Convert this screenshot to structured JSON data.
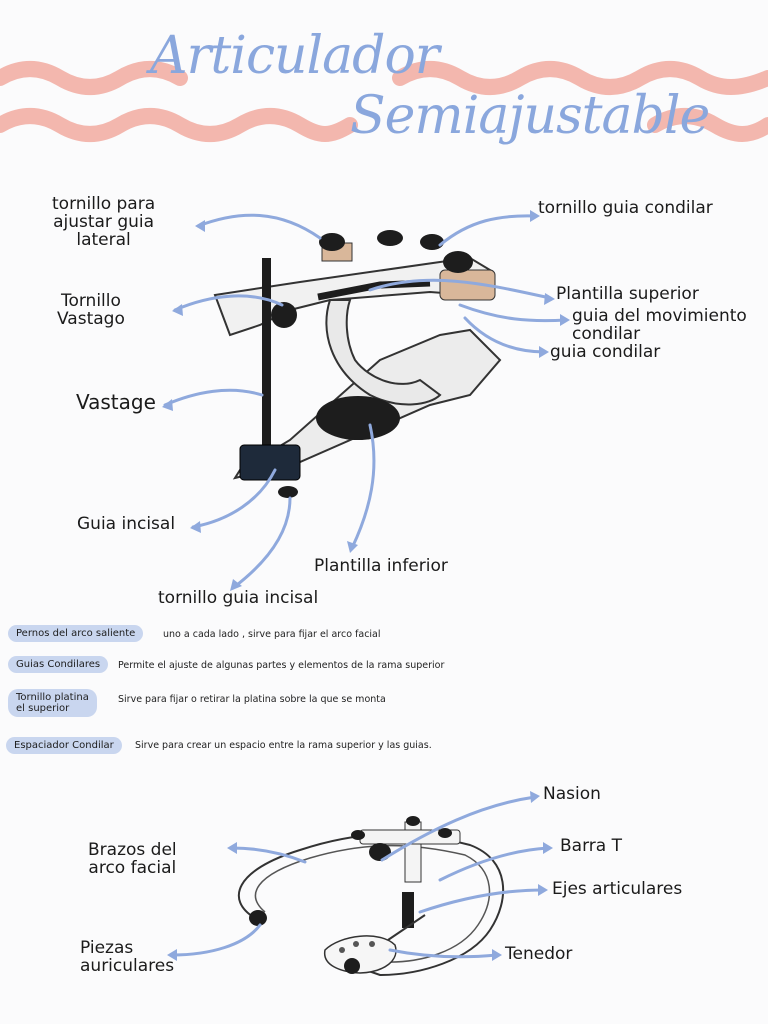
{
  "title": {
    "line1": "Articulador",
    "line2": "Semiajustable"
  },
  "colors": {
    "wave": "#f3b7ae",
    "title": "#8aa7dd",
    "arrow": "#8fa9dd",
    "pill": "#c9d6ef"
  },
  "diagram1_labels": {
    "tornillo_ajustar": "tornillo para\najustar guia\nlateral",
    "tornillo_guia_condilar": "tornillo guia condilar",
    "tornillo_vastago": "Tornillo\nVastago",
    "plantilla_superior": "Plantilla superior",
    "guia_movimiento": "guia del movimiento\ncondilar",
    "guia_condilar": "guia condilar",
    "vastage": "Vastage",
    "guia_incisal": "Guia incisal",
    "plantilla_inferior": "Plantilla inferior",
    "tornillo_guia_incisal": "tornillo guia incisal"
  },
  "definitions": [
    {
      "term": "Pernos del arco saliente",
      "text": "uno a cada lado , sirve para fijar el arco facial"
    },
    {
      "term": "Guias Condilares",
      "text": "Permite el ajuste de algunas partes y elementos de la rama superior"
    },
    {
      "term": "Tornillo platina\nel superior",
      "text": "Sirve para fijar o retirar la platina sobre la que se monta"
    },
    {
      "term": "Espaciador Condilar",
      "text": "Sirve para crear un espacio entre la rama superior y las guias."
    }
  ],
  "diagram2_labels": {
    "nasion": "Nasion",
    "brazos": "Brazos del\narco facial",
    "barra_t": "Barra T",
    "ejes": "Ejes articulares",
    "piezas": "Piezas\nauriculares",
    "tenedor": "Tenedor"
  }
}
